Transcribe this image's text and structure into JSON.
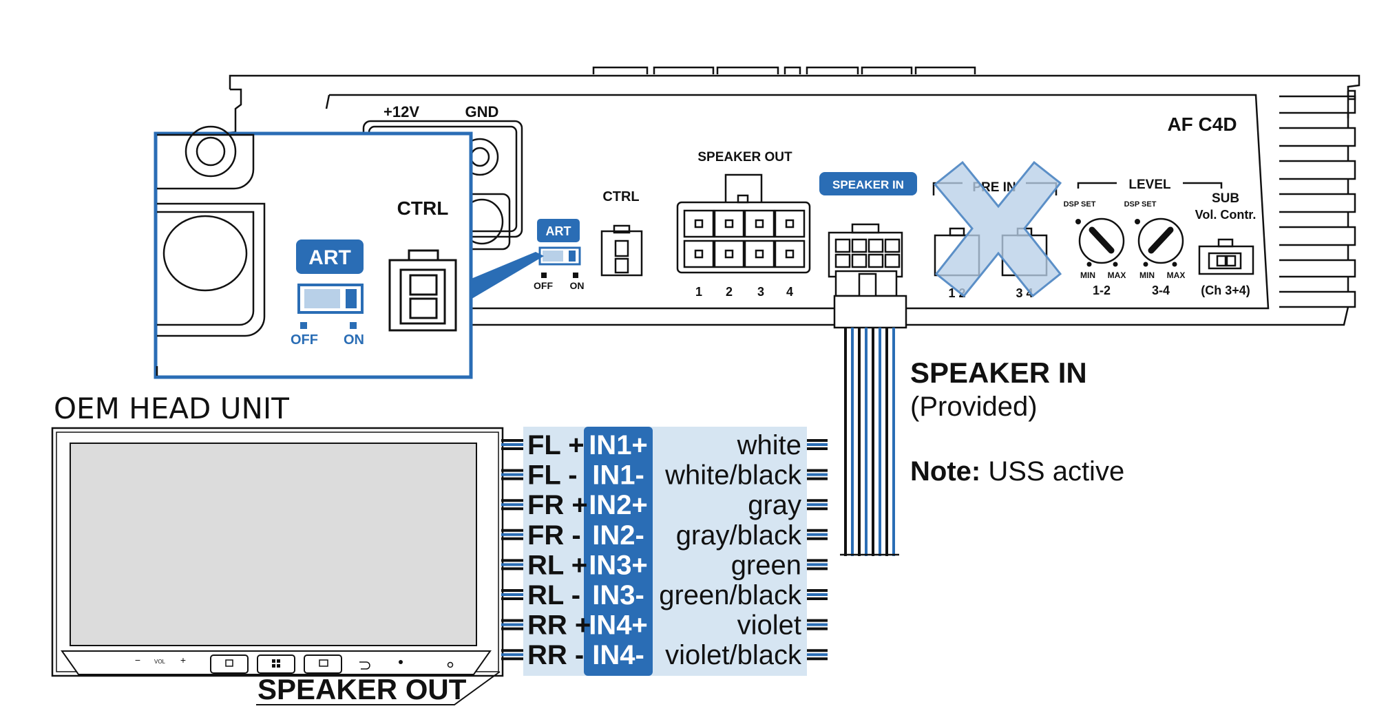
{
  "amp": {
    "model": "AF C4D",
    "power": {
      "plus": "+12V",
      "gnd": "GND"
    },
    "ctrl_label": "CTRL",
    "art": {
      "label": "ART",
      "off": "OFF",
      "on": "ON"
    },
    "speaker_out": {
      "label": "SPEAKER OUT",
      "pins": [
        "1",
        "2",
        "3",
        "4"
      ]
    },
    "speaker_in_badge": "SPEAKER IN",
    "pre_in": {
      "label": "PRE IN",
      "pins": [
        "1 2",
        "3 4"
      ]
    },
    "level": {
      "label": "LEVEL",
      "dsp_set": "DSP SET",
      "min": "MIN",
      "max": "MAX",
      "knobs": [
        "1-2",
        "3-4"
      ]
    },
    "sub": {
      "label": "SUB",
      "sub2": "Vol. Contr.",
      "channels": "(Ch 3+4)"
    }
  },
  "zoom": {
    "ctrl_label": "CTRL",
    "art": {
      "label": "ART",
      "off": "OFF",
      "on": "ON"
    }
  },
  "head_unit": {
    "title": "OEM HEAD UNIT",
    "speaker_out_label": "SPEAKER OUT",
    "vol_label": "VOL",
    "vol_minus": "−",
    "vol_plus": "+"
  },
  "harness": {
    "title": "SPEAKER IN",
    "subtitle": "(Provided)",
    "note_bold": "Note:",
    "note_text": " USS active"
  },
  "wiring": [
    {
      "channel": "FL +",
      "input": "IN1+",
      "color": "white"
    },
    {
      "channel": "FL -",
      "input": "IN1-",
      "color": "white/black"
    },
    {
      "channel": "FR +",
      "input": "IN2+",
      "color": "gray"
    },
    {
      "channel": "FR -",
      "input": "IN2-",
      "color": "gray/black"
    },
    {
      "channel": "RL +",
      "input": "IN3+",
      "color": "green"
    },
    {
      "channel": "RL -",
      "input": "IN3-",
      "color": "green/black"
    },
    {
      "channel": "RR +",
      "input": "IN4+",
      "color": "violet"
    },
    {
      "channel": "RR -",
      "input": "IN4-",
      "color": "violet/black"
    }
  ],
  "colors": {
    "accent": "#2a6db5",
    "table_bg": "#d6e5f2",
    "screen": "#dcdcdc",
    "cross": "#5b8fc7"
  }
}
